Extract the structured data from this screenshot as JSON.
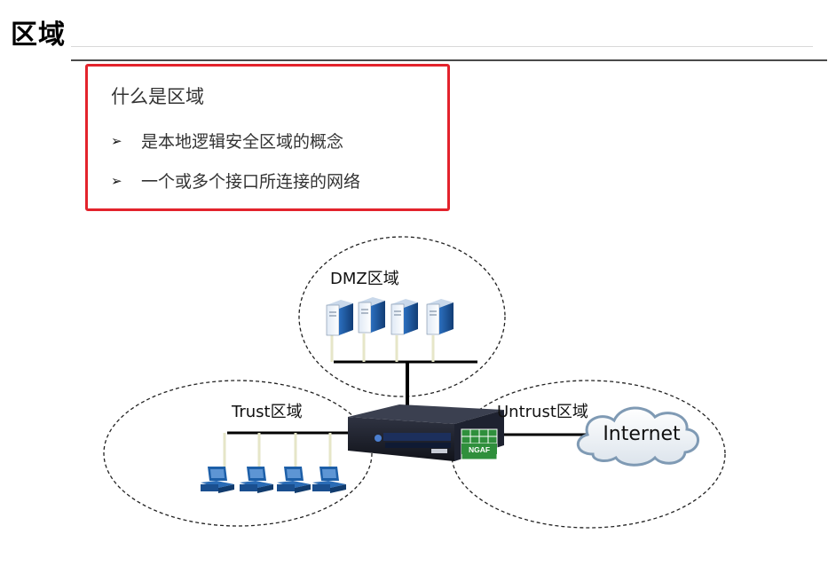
{
  "page": {
    "title": "区域"
  },
  "concept": {
    "heading": "什么是区域",
    "bullets": [
      "是本地逻辑安全区域的概念",
      "一个或多个接口所连接的网络"
    ]
  },
  "diagram": {
    "dmz_label": "DMZ区域",
    "trust_label": "Trust区域",
    "untrust_label": "Untrust区域",
    "internet_label": "Internet",
    "firewall_badge": "NGAF"
  },
  "colors": {
    "box_border": "#e3232c",
    "server_blue": "#1d5fa8",
    "zone_line": "#222222"
  },
  "icons": [
    "bullet-arrow-icon",
    "server-icon",
    "workstation-icon",
    "firewall-icon",
    "cloud-icon"
  ]
}
